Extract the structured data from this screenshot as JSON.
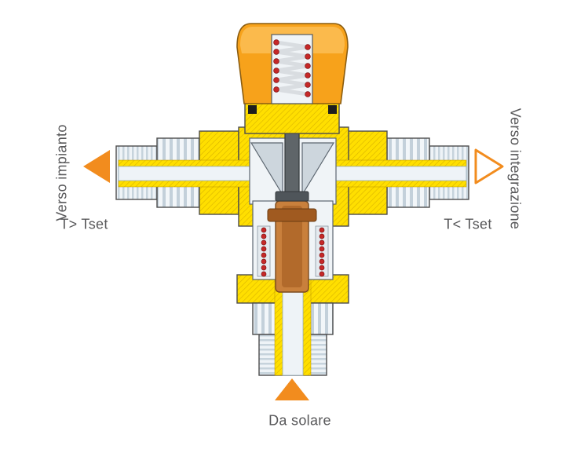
{
  "diagram": {
    "title": "thermostatic-mixing-valve-cutaway",
    "labels": {
      "left_vertical": "Verso impianto",
      "right_vertical": "Verso integrazione",
      "left_condition": "T> Tset",
      "right_condition": "T< Tset",
      "bottom": "Da solare"
    },
    "arrows": [
      {
        "name": "arrow-to-system",
        "direction": "left",
        "style": "solid"
      },
      {
        "name": "arrow-to-integration",
        "direction": "right",
        "style": "outline"
      },
      {
        "name": "arrow-from-solar",
        "direction": "up",
        "style": "solid"
      }
    ],
    "colors": {
      "arrow_orange": "#F28C1E",
      "brass_yellow": "#FFDF00",
      "cap_orange": "#F7A21B",
      "spring_red": "#C62828",
      "copper": "#C9803C",
      "metal_white": "#EEF3F7",
      "text_gray": "#58585A"
    }
  }
}
